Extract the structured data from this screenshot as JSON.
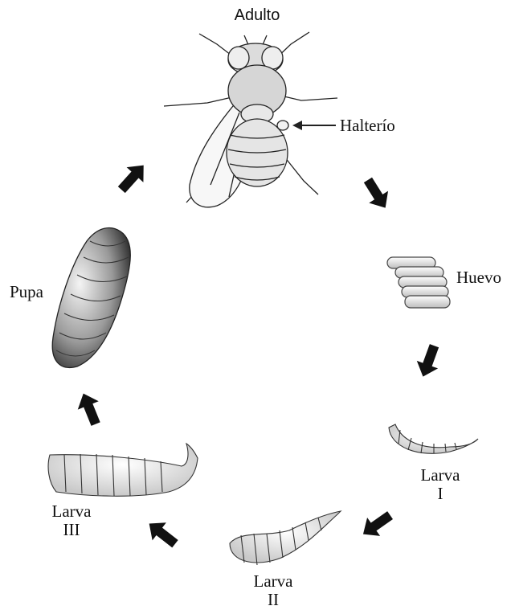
{
  "labels": {
    "adult": "Adulto",
    "haltere": "Halterío",
    "egg": "Huevo",
    "larva1_line1": "Larva",
    "larva1_line2": "I",
    "larva2_line1": "Larva",
    "larva2_line2": "II",
    "larva3_line1": "Larva",
    "larva3_line2": "III",
    "pupa": "Pupa"
  }
}
